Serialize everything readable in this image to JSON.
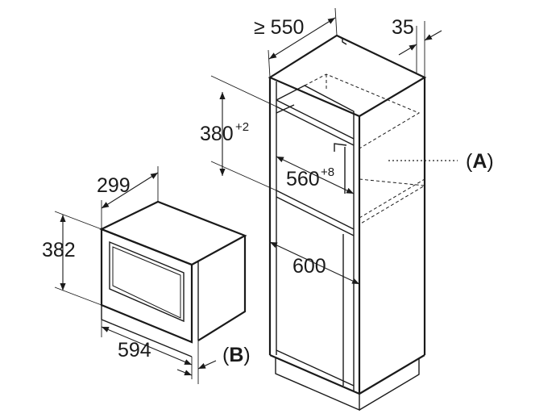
{
  "dimensions": {
    "cabinet_depth": "≥ 550",
    "panel_thickness": "35",
    "niche_height": "380",
    "niche_height_tol": "+2",
    "niche_width": "560",
    "niche_width_tol": "+8",
    "cabinet_width": "600",
    "appliance_depth": "299",
    "appliance_height": "382",
    "appliance_width": "594"
  },
  "callouts": {
    "a": "(A)",
    "b": "(B)"
  }
}
